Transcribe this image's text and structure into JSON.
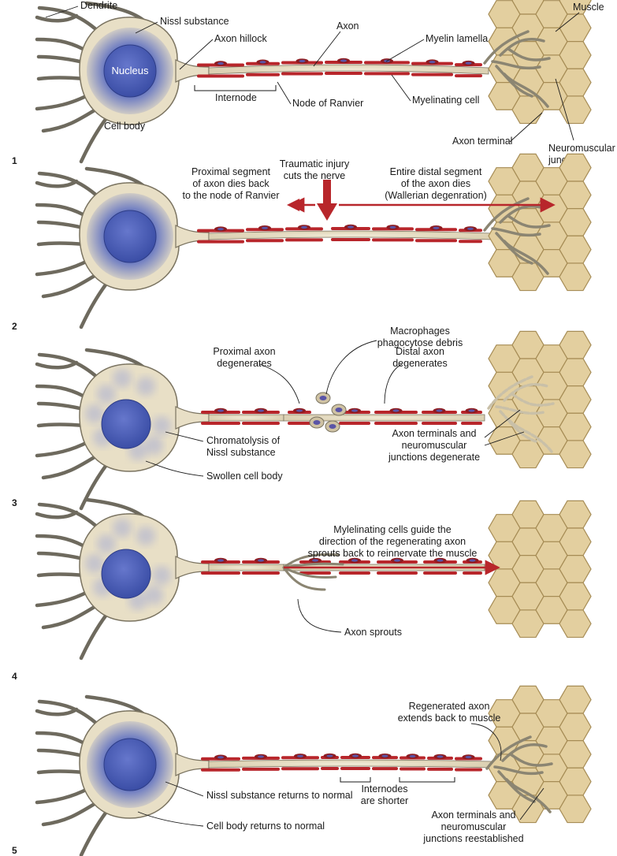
{
  "panels": [
    {
      "number": "1",
      "labels": {
        "dendrite": "Dendrite",
        "nissl": "Nissl substance",
        "nucleus": "Nucleus",
        "hillock": "Axon hillock",
        "axon": "Axon",
        "myelin": "Myelin lamella",
        "muscle": "Muscle",
        "internode": "Internode",
        "node": "Node of Ranvier",
        "myelinating_cell": "Myelinating cell",
        "cell_body": "Cell body",
        "terminal": "Axon terminal",
        "nmj": [
          "Neuromuscular",
          "junction"
        ]
      }
    },
    {
      "number": "2",
      "labels": {
        "injury": [
          "Traumatic injury",
          "cuts the nerve"
        ],
        "proximal": [
          "Proximal segment",
          "of axon dies back",
          "to the node of Ranvier"
        ],
        "distal": [
          "Entire distal segment",
          "of the axon dies",
          "(Wallerian degenration)"
        ]
      }
    },
    {
      "number": "3",
      "labels": {
        "macrophages": [
          "Macrophages",
          "phagocytose debris"
        ],
        "proximal_axon": [
          "Proximal axon",
          "degenerates"
        ],
        "distal_axon": [
          "Distal axon",
          "degenerates"
        ],
        "chromatolysis": [
          "Chromatolysis of",
          "Nissl substance"
        ],
        "swollen": "Swollen cell body",
        "terminals_degenerate": [
          "Axon terminals and",
          "neuromuscular",
          "junctions degenerate"
        ]
      }
    },
    {
      "number": "4",
      "labels": {
        "guide": [
          "Mylelinating cells guide the",
          "direction of the regenerating axon",
          "sprouts back to reinnervate the muscle"
        ],
        "sprouts": "Axon sprouts"
      }
    },
    {
      "number": "5",
      "labels": {
        "regenerated": [
          "Regenerated axon",
          "extends back to muscle"
        ],
        "internodes": [
          "Internodes",
          "are shorter"
        ],
        "nissl_normal": "Nissl substance returns to normal",
        "cell_normal": "Cell body returns to normal",
        "reestablished": [
          "Axon terminals and",
          "neuromuscular",
          "junctions reestablished"
        ]
      }
    }
  ],
  "colors": {
    "cell_fill": "#e8dfc6",
    "cell_stroke": "#7a7360",
    "nucleus": "#4c5fb5",
    "myelin": "#b8262b",
    "dendrite": "#6e6a5e",
    "muscle": "#e3cf9f",
    "muscle_stroke": "#a68c55",
    "arrow": "#b8262b",
    "chromatolysis": "#a9aed2"
  }
}
